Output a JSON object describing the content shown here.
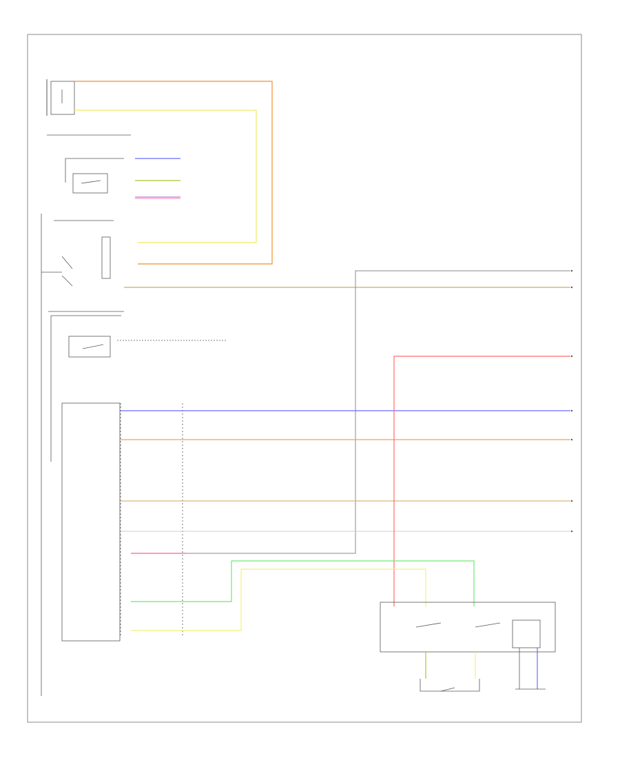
{
  "frame_label": "",
  "wire_colors": {
    "orange": "#f5a04a",
    "yellow": "#f2ef78",
    "blue": "#6b6bff",
    "tan": "#d8b878",
    "gray": "#8a8a8a",
    "red": "#ff6a6a",
    "green": "#70e870",
    "light_gray": "#cfcfcf",
    "pink": "#ff5a9a",
    "violet": "#b07adf",
    "green_yellow": "#a6c832",
    "black": "#555555"
  },
  "components": [
    {
      "id": "fuse-block",
      "label": ""
    },
    {
      "id": "relay-switch",
      "label": ""
    },
    {
      "id": "ignition-switch",
      "label": ""
    },
    {
      "id": "left-door-switch",
      "label": ""
    },
    {
      "id": "power-window-master-switch",
      "label": ""
    },
    {
      "id": "right-front-window-switch",
      "label": ""
    },
    {
      "id": "right-front-window-motor",
      "label": ""
    },
    {
      "id": "ground",
      "label": ""
    }
  ],
  "edge_connectors": [
    "",
    "",
    "",
    "",
    "",
    "",
    ""
  ]
}
